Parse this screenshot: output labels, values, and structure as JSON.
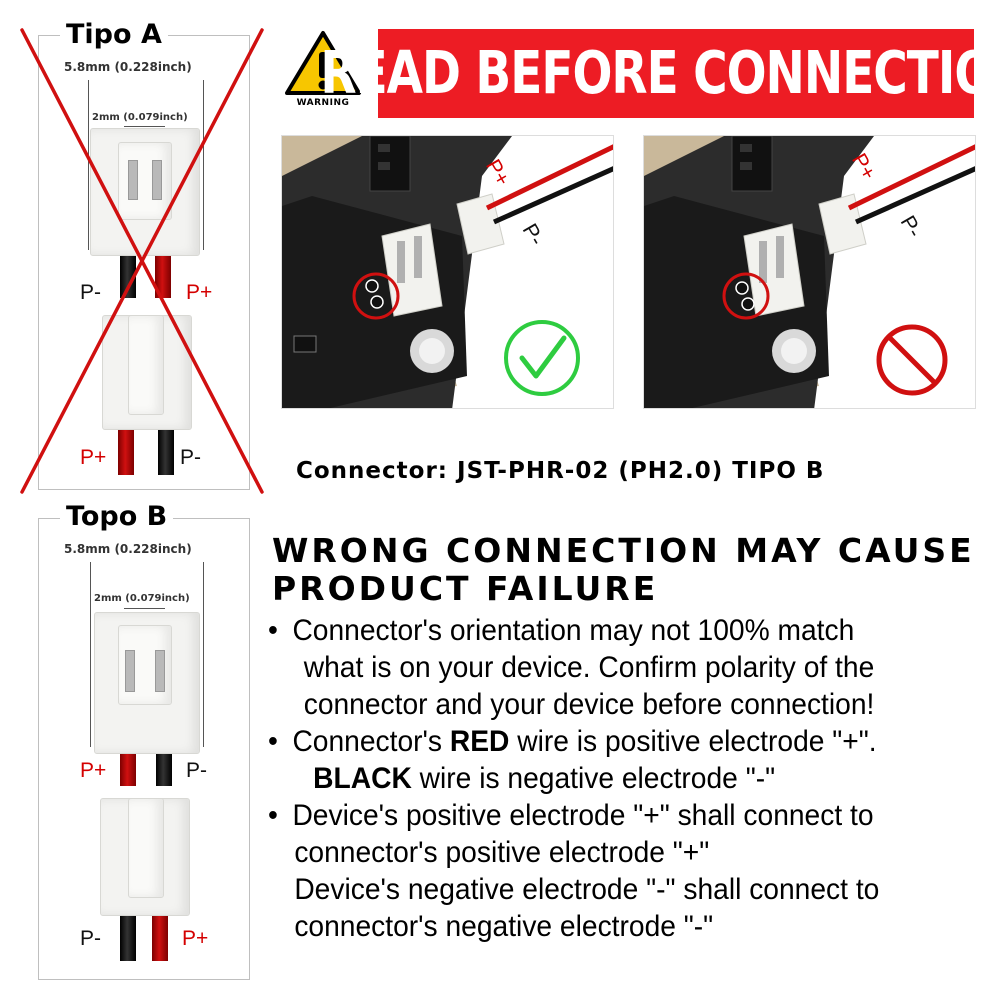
{
  "type_a": {
    "title": "Tipo A",
    "outer_dim": "5.8mm (0.228inch)",
    "pitch_dim": "2mm (0.079inch)",
    "top_left_pol": "P-",
    "top_right_pol": "P+",
    "bottom_left_pol": "P+",
    "bottom_right_pol": "P-"
  },
  "type_b": {
    "title": "Topo B",
    "outer_dim": "5.8mm (0.228inch)",
    "pitch_dim": "2mm (0.079inch)",
    "top_left_pol": "P+",
    "top_right_pol": "P-",
    "bottom_left_pol": "P-",
    "bottom_right_pol": "P+"
  },
  "warning": {
    "label": "WARNING",
    "banner": "READ BEFORE CONNECTION"
  },
  "photo_correct": {
    "plus_label": "P+",
    "minus_label": "P-"
  },
  "photo_wrong": {
    "plus_label": "P+",
    "minus_label": "P-"
  },
  "connector_title": "Connector: JST-PHR-02 (PH2.0) TIPO B",
  "headline": "WRONG CONNECTION MAY CAUSE PRODUCT FAILURE",
  "notes": {
    "bullet": "•",
    "n1_l1": "Connector's orientation may not 100% match",
    "n1_l2": "what is on your device. Confirm polarity of the",
    "n1_l3": "connector and your device before connection!",
    "n2_a": "Connector's ",
    "n2_red": "RED",
    "n2_b": " wire is positive electrode \"+\".",
    "n2_black": "BLACK",
    "n2_c": " wire is negative electrode \"-\"",
    "n3_l1": "Device's positive electrode \"+\" shall connect to",
    "n3_l2": "connector's positive electrode \"+\"",
    "n3_l3": "Device's negative electrode \"-\" shall connect to",
    "n3_l4": "connector's negative electrode \"-\""
  },
  "colors": {
    "banner_red": "#ed1c24",
    "cross_red": "#d01010",
    "check_green": "#2ecc40",
    "warning_yellow": "#f7c600",
    "wire_red": "#d01010",
    "wire_black": "#111111"
  }
}
